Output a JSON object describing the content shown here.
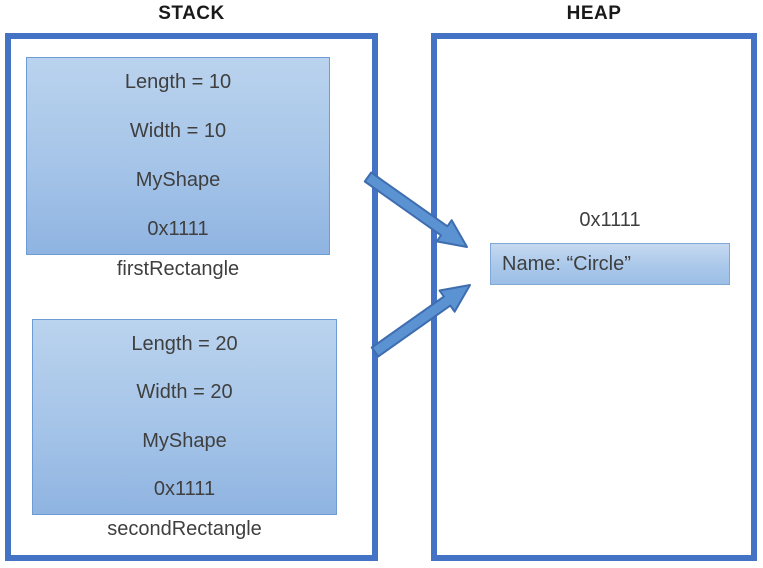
{
  "titles": {
    "stack": "STACK",
    "heap": "HEAP"
  },
  "stack": {
    "frames": [
      {
        "label": "firstRectangle",
        "fields": [
          "Length = 10",
          "Width = 10",
          "MyShape",
          "0x1111"
        ]
      },
      {
        "label": "secondRectangle",
        "fields": [
          "Length = 20",
          "Width = 20",
          "MyShape",
          "0x1111"
        ]
      }
    ]
  },
  "heap": {
    "object": {
      "address": "0x1111",
      "value": "Name: “Circle”"
    }
  },
  "colors": {
    "region_border": "#4472c4",
    "frame_fill_top": "#bad3ee",
    "frame_fill_bottom": "#8fb4e1",
    "frame_border": "#6d9bd3",
    "arrow_fill": "#5b92d2",
    "arrow_outline": "#3e6db0",
    "text": "#3f3f3f"
  }
}
